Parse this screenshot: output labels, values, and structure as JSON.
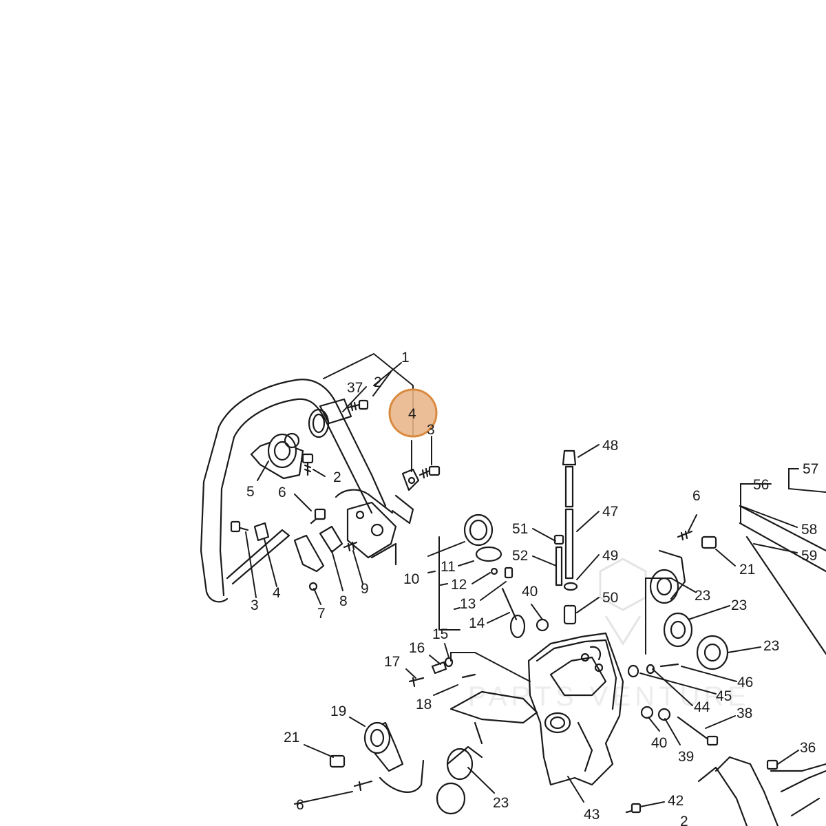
{
  "diagram": {
    "highlight": {
      "label": "4",
      "fill": "#e9b58a",
      "stroke": "#d98a3f"
    },
    "watermark": {
      "text": "PARTS VENTURE",
      "color": "#e4e4e4"
    },
    "callouts": {
      "c1": "1",
      "c2a": "2",
      "c37": "37",
      "c2b": "2",
      "c5": "5",
      "c3a": "3",
      "c6a": "6",
      "c3b": "3",
      "c4b": "4",
      "c7": "7",
      "c8": "8",
      "c9": "9",
      "c48": "48",
      "c47": "47",
      "c51": "51",
      "c52": "52",
      "c49": "49",
      "c50": "50",
      "c40a": "40",
      "c10": "10",
      "c11": "11",
      "c12": "12",
      "c13": "13",
      "c14": "14",
      "c15": "15",
      "c16": "16",
      "c17": "17",
      "c18": "18",
      "c19": "19",
      "c21a": "21",
      "c6b": "6",
      "c23a": "23",
      "c43": "43",
      "c6c": "6",
      "c21b": "21",
      "c23b": "23",
      "c23c": "23",
      "c23d": "23",
      "c46": "46",
      "c45": "45",
      "c44": "44",
      "c38": "38",
      "c40b": "40",
      "c39": "39",
      "c36": "36",
      "c42": "42",
      "c2c": "2",
      "c56": "56",
      "c57": "57",
      "c58": "58",
      "c59": "59"
    }
  }
}
